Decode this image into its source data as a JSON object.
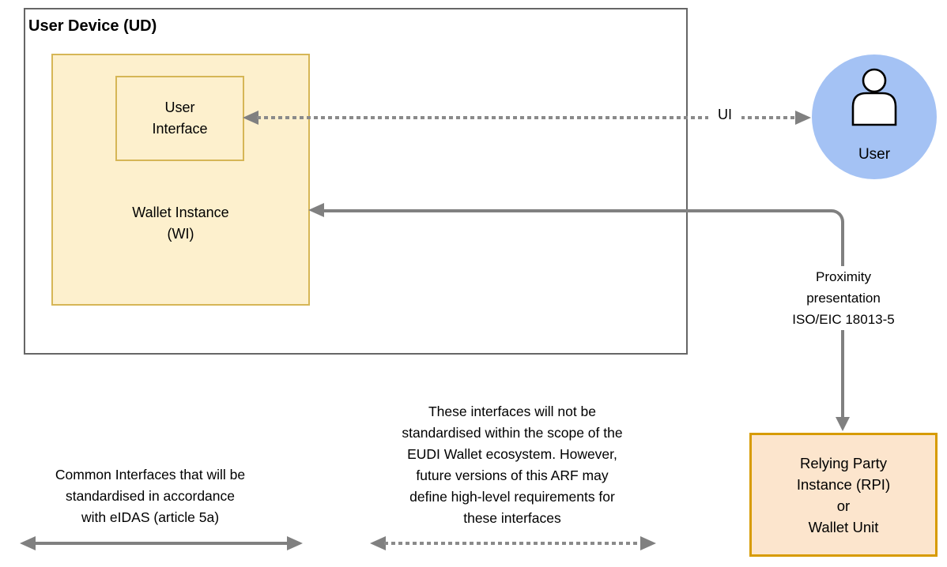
{
  "diagram": {
    "user_device": {
      "label": "User Device (UD)"
    },
    "wallet_instance": {
      "line1": "Wallet Instance",
      "line2": "(WI)"
    },
    "user_interface": {
      "line1": "User",
      "line2": "Interface"
    },
    "user": {
      "label": "User"
    },
    "ui_arrow": {
      "label": "UI",
      "style": "dotted-double-arrow"
    },
    "proximity_arrow": {
      "style": "solid-elbow-double-arrow",
      "lines": [
        "Proximity",
        "presentation",
        "ISO/EIC 18013-5"
      ]
    },
    "relying_party": {
      "lines": [
        "Relying Party",
        "Instance (RPI)",
        "or",
        "Wallet Unit"
      ]
    },
    "caption_left": {
      "arrow_style": "solid-double-arrow",
      "lines": [
        "Common Interfaces that will be",
        "standardised in accordance",
        "with eIDAS (article 5a)"
      ]
    },
    "caption_middle": {
      "arrow_style": "dotted-double-arrow",
      "lines": [
        "These interfaces will not be",
        "standardised within the scope of the",
        "EUDI Wallet ecosystem. However,",
        "future versions of this ARF may",
        "define high-level requirements for",
        "these interfaces"
      ]
    },
    "colors": {
      "wallet_fill": "#FDF0CD",
      "wallet_border": "#D6B656",
      "rpi_fill": "#FCE5CD",
      "rpi_border": "#D79B00",
      "user_circle_fill": "#A4C2F4",
      "device_border": "#666666",
      "arrow_gray": "#808080"
    }
  }
}
